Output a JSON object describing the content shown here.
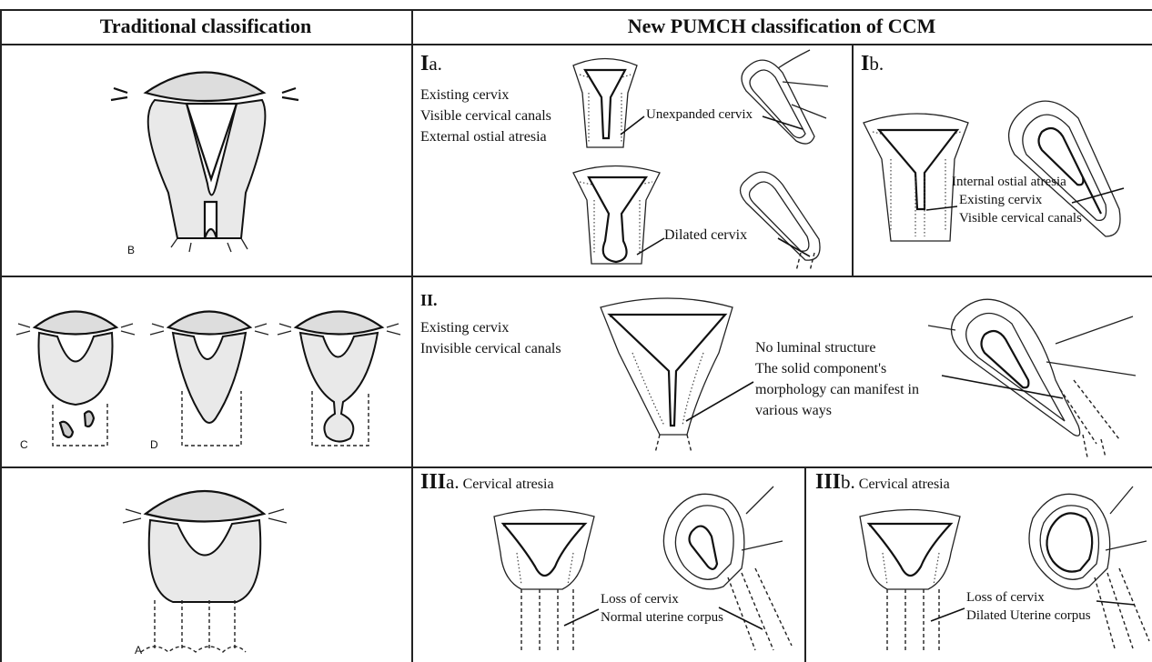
{
  "header": {
    "left": "Traditional classification",
    "right": "New PUMCH classification of CCM"
  },
  "left_letters": {
    "b": "B",
    "c": "C",
    "d": "D",
    "a": "A"
  },
  "type_ia": {
    "roman": "I",
    "suffix": "a.",
    "desc": [
      "Existing cervix",
      "Visible cervical canals",
      "External ostial atresia"
    ],
    "label_top": "Unexpanded cervix",
    "label_bottom": "Dilated cervix"
  },
  "type_ib": {
    "roman": "I",
    "suffix": "b.",
    "labels": [
      "Internal ostial atresia",
      "Existing cervix",
      "Visible cervical canals"
    ]
  },
  "type_ii": {
    "roman": "II.",
    "desc": [
      "Existing cervix",
      "Invisible cervical canals"
    ],
    "labels": [
      "No luminal structure",
      "The solid component's",
      "morphology can manifest in",
      "various ways"
    ]
  },
  "type_iiia": {
    "roman": "III",
    "suffix": "a.",
    "title": "Cervical atresia",
    "labels": [
      "Loss of cervix",
      "Normal uterine corpus"
    ]
  },
  "type_iiib": {
    "roman": "III",
    "suffix": "b.",
    "title": "Cervical atresia",
    "labels": [
      "Loss of cervix",
      "Dilated Uterine corpus"
    ]
  }
}
